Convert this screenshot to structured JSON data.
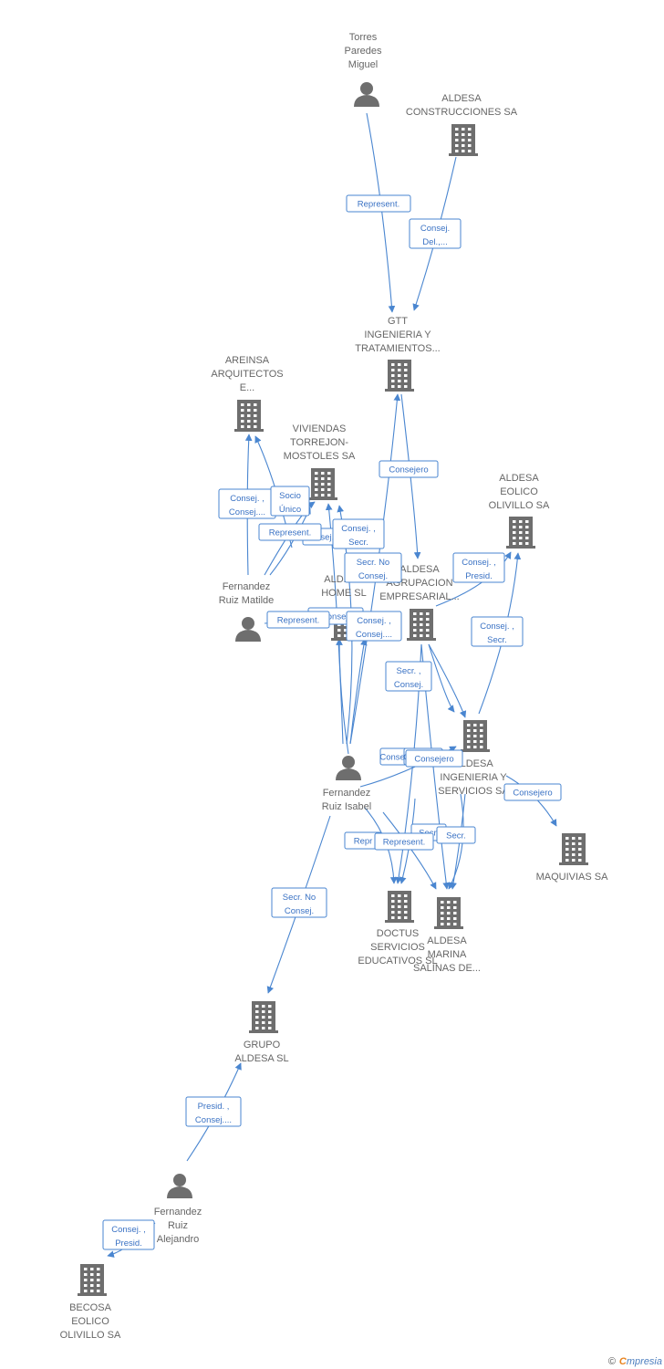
{
  "nodes": [
    {
      "id": "torres",
      "type": "person",
      "label": [
        "Torres",
        "Paredes",
        "Miguel"
      ]
    },
    {
      "id": "aldesa_constr",
      "type": "company",
      "label": [
        "ALDESA",
        "CONSTRUCCIONES SA"
      ]
    },
    {
      "id": "gtt",
      "type": "company",
      "label": [
        "GTT",
        "INGENIERIA Y",
        "TRATAMIENTOS..."
      ]
    },
    {
      "id": "areinsa",
      "type": "company",
      "label": [
        "AREINSA",
        "ARQUITECTOS",
        "E..."
      ]
    },
    {
      "id": "viviendas",
      "type": "company",
      "label": [
        "VIVIENDAS",
        "TORREJON-",
        "MOSTOLES SA"
      ]
    },
    {
      "id": "aldesa_eolico",
      "type": "company",
      "label": [
        "ALDESA",
        "EOLICO",
        "OLIVILLO SA"
      ]
    },
    {
      "id": "fernandez_matilde",
      "type": "person",
      "label": [
        "Fernandez",
        "Ruiz Matilde"
      ]
    },
    {
      "id": "aldesa_home",
      "type": "company",
      "label": [
        "ALDESA",
        "HOME SL"
      ]
    },
    {
      "id": "aldesa_agrupacion",
      "type": "company",
      "label": [
        "ALDESA",
        "AGRUPACION",
        "EMPRESARIAL..."
      ]
    },
    {
      "id": "aldesa_ingenieria",
      "type": "company",
      "label": [
        "ALDESA",
        "INGENIERIA Y",
        "SERVICIOS SA"
      ]
    },
    {
      "id": "fernandez_isabel",
      "type": "person",
      "label": [
        "Fernandez",
        "Ruiz Isabel"
      ]
    },
    {
      "id": "maquivias",
      "type": "company",
      "label": [
        "MAQUIVIAS SA"
      ]
    },
    {
      "id": "doctus",
      "type": "company",
      "label": [
        "DOCTUS",
        "SERVICIOS",
        "EDUCATIVOS SL"
      ]
    },
    {
      "id": "aldesa_marina",
      "type": "company",
      "label": [
        "ALDESA",
        "MARINA",
        "SALINAS DE..."
      ]
    },
    {
      "id": "grupo_aldesa",
      "type": "company",
      "label": [
        "GRUPO",
        "ALDESA SL"
      ]
    },
    {
      "id": "fernandez_alejandro",
      "type": "person",
      "label": [
        "Fernandez",
        "Ruiz",
        "Alejandro"
      ]
    },
    {
      "id": "becosa",
      "type": "company",
      "label": [
        "BECOSA",
        "EOLICO",
        "OLIVILLO SA"
      ]
    }
  ],
  "edges": [
    {
      "id": "e_torres_gtt",
      "label": [
        "Represent."
      ]
    },
    {
      "id": "e_constr_gtt",
      "label": [
        "Consej.",
        "Del.,..."
      ]
    },
    {
      "id": "e_matilde_areinsa_1",
      "label": [
        "Consej. ,",
        "Consej...."
      ]
    },
    {
      "id": "e_matilde_areinsa_2",
      "label": [
        "Socio",
        "Único"
      ]
    },
    {
      "id": "e_matilde_viviendas",
      "label": [
        "Represent."
      ]
    },
    {
      "id": "e_isabel_viviendas_1",
      "label": [
        "Consej. ,",
        "Secr."
      ]
    },
    {
      "id": "e_isabel_viviendas_2",
      "label": [
        "Secr. No",
        "Consej."
      ]
    },
    {
      "id": "e_isabel_gtt",
      "label": [
        "Consejero"
      ]
    },
    {
      "id": "e_agrup_eolico_1",
      "label": [
        "Consej. ,",
        "Presid."
      ]
    },
    {
      "id": "e_agrup_eolico_2",
      "label": [
        "Consej. ,",
        "Secr."
      ]
    },
    {
      "id": "e_matilde_home",
      "label": [
        "Represent."
      ]
    },
    {
      "id": "e_isabel_home",
      "label": [
        "Consej. ,",
        "Consej...."
      ]
    },
    {
      "id": "e_agrup_ing",
      "label": [
        "Secr. ,",
        "Consej."
      ]
    },
    {
      "id": "e_isabel_ing",
      "label": [
        "Consejero"
      ]
    },
    {
      "id": "e_ing_maquivias",
      "label": [
        "Consejero"
      ]
    },
    {
      "id": "e_isabel_doctus",
      "label": [
        "Represent."
      ]
    },
    {
      "id": "e_ing_marina",
      "label": [
        "Secr."
      ]
    },
    {
      "id": "e_isabel_grupo",
      "label": [
        "Secr. No",
        "Consej."
      ]
    },
    {
      "id": "e_alejandro_grupo",
      "label": [
        "Presid. ,",
        "Consej...."
      ]
    },
    {
      "id": "e_alejandro_becosa",
      "label": [
        "Consej. ,",
        "Presid."
      ]
    }
  ],
  "partial_labels": [
    "Consej. ,",
    "Consejero",
    "Consejero",
    "Repr",
    "Secr.",
    "Consej.",
    "Consej."
  ],
  "brand": {
    "copyright": "©",
    "e": "C",
    "rest": "mpresia"
  },
  "colors": {
    "edge": "#4a86d0",
    "icon": "#6e6e6e",
    "text": "#666666"
  }
}
